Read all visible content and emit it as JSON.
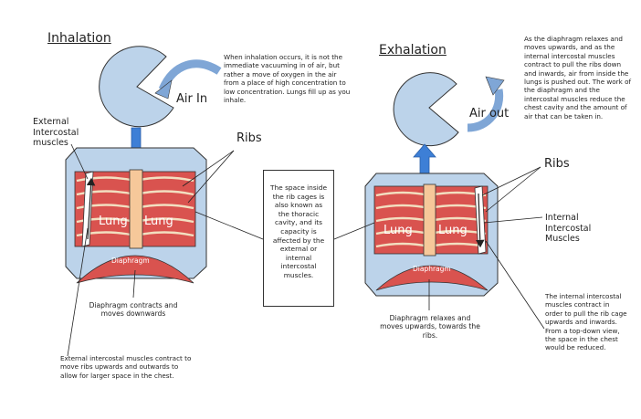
{
  "left": {
    "title": "Inhalation",
    "note": "When inhalation occurs, it is not the immediate vacuuming in of air, but rather a move of oxygen in the air from a place of high concentration to low concentration. Lungs fill up as you inhale.",
    "air_label": "Air In",
    "ext_intercostal_label": "External Intercostal muscles",
    "ribs_label": "Ribs",
    "lung_left": "Lung",
    "lung_right": "Lung",
    "diaphragm": "Diaphragm",
    "diaphragm_note": "Diaphragm contracts and moves downwards",
    "bottom_note": "External intercostal muscles contract to move ribs upwards and outwards to allow for larger space in the chest."
  },
  "center": {
    "note": "The space inside the rib cages is also known as the thoracic cavity, and its capacity is affected by the external or internal intercostal muscles."
  },
  "right": {
    "title": "Exhalation",
    "note": "As the diaphragm relaxes and moves upwards, and as the internal intercostal muscles contract to pull the ribs down and inwards, air from inside the lungs is pushed out. The work of the diaphragm and the intercostal muscles reduce the chest cavity and the amount of air that can be taken in.",
    "air_label": "Air out",
    "ribs_label": "Ribs",
    "int_intercostal_label": "Internal Intercostal Muscles",
    "lung_left": "Lung",
    "lung_right": "Lung",
    "diaphragm": "Diaphragm",
    "diaphragm_note": "Diaphragm relaxes and moves upwards, towards the ribs.",
    "bottom_note": "The internal intercostal muscles contract in order to pull the rib cage upwards and inwards. From a top-down view, the space in the chest would be reduced."
  },
  "colors": {
    "chest": "#bcd3ea",
    "muscle": "#d9534f",
    "rib": "#f2dfc0",
    "spine": "#f6c89a",
    "arrow": "#3d7fd6"
  }
}
